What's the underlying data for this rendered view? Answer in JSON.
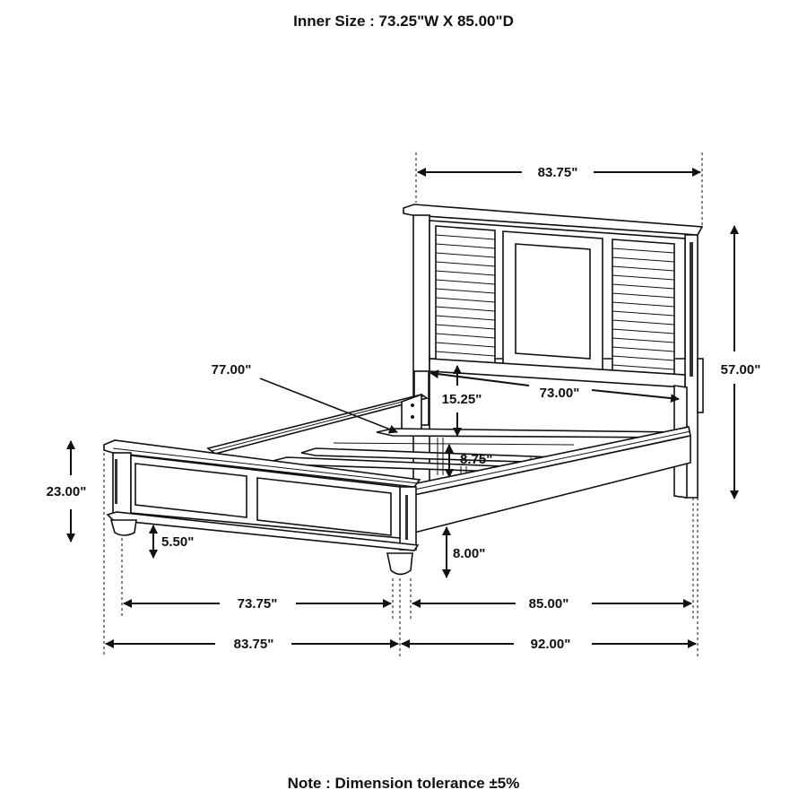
{
  "header": {
    "title": "Inner Size : 73.25\"W X 85.00\"D"
  },
  "footer": {
    "note": "Note : Dimension tolerance ±5%"
  },
  "dimensions": {
    "headboard_width": "83.75\"",
    "headboard_height": "57.00\"",
    "rail_length": "77.00\"",
    "headboard_gap": "15.25\"",
    "headboard_inner_width": "73.00\"",
    "slat_height": "8.75\"",
    "footboard_height": "23.00\"",
    "footboard_clearance": "5.50\"",
    "side_rail_clearance": "8.00\"",
    "inner_width": "73.75\"",
    "inner_length": "85.00\"",
    "overall_width": "83.75\"",
    "overall_length": "92.00\""
  }
}
